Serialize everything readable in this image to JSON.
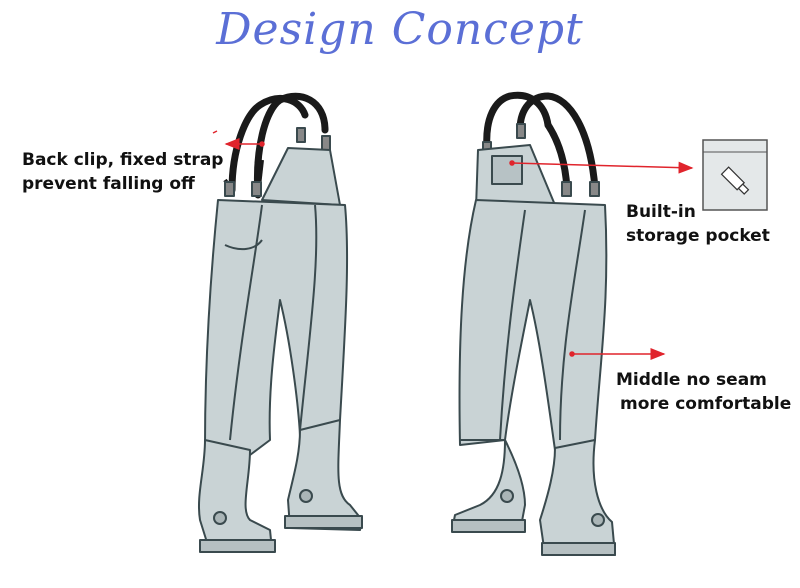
{
  "title": "Design Concept",
  "callouts": {
    "back_clip": {
      "line1": "Back clip, fixed strap",
      "line2": "prevent falling off"
    },
    "pocket": {
      "line1": "Built-in",
      "line2": "storage pocket"
    },
    "middle": {
      "line1": "Middle no seam",
      "line2": "more comfortable"
    }
  },
  "colors": {
    "title": "#5b6fd6",
    "wader_fill": "#c9d3d5",
    "wader_outline": "#3a4a4e",
    "strap": "#1a1a1a",
    "arrow": "#e0242c"
  }
}
